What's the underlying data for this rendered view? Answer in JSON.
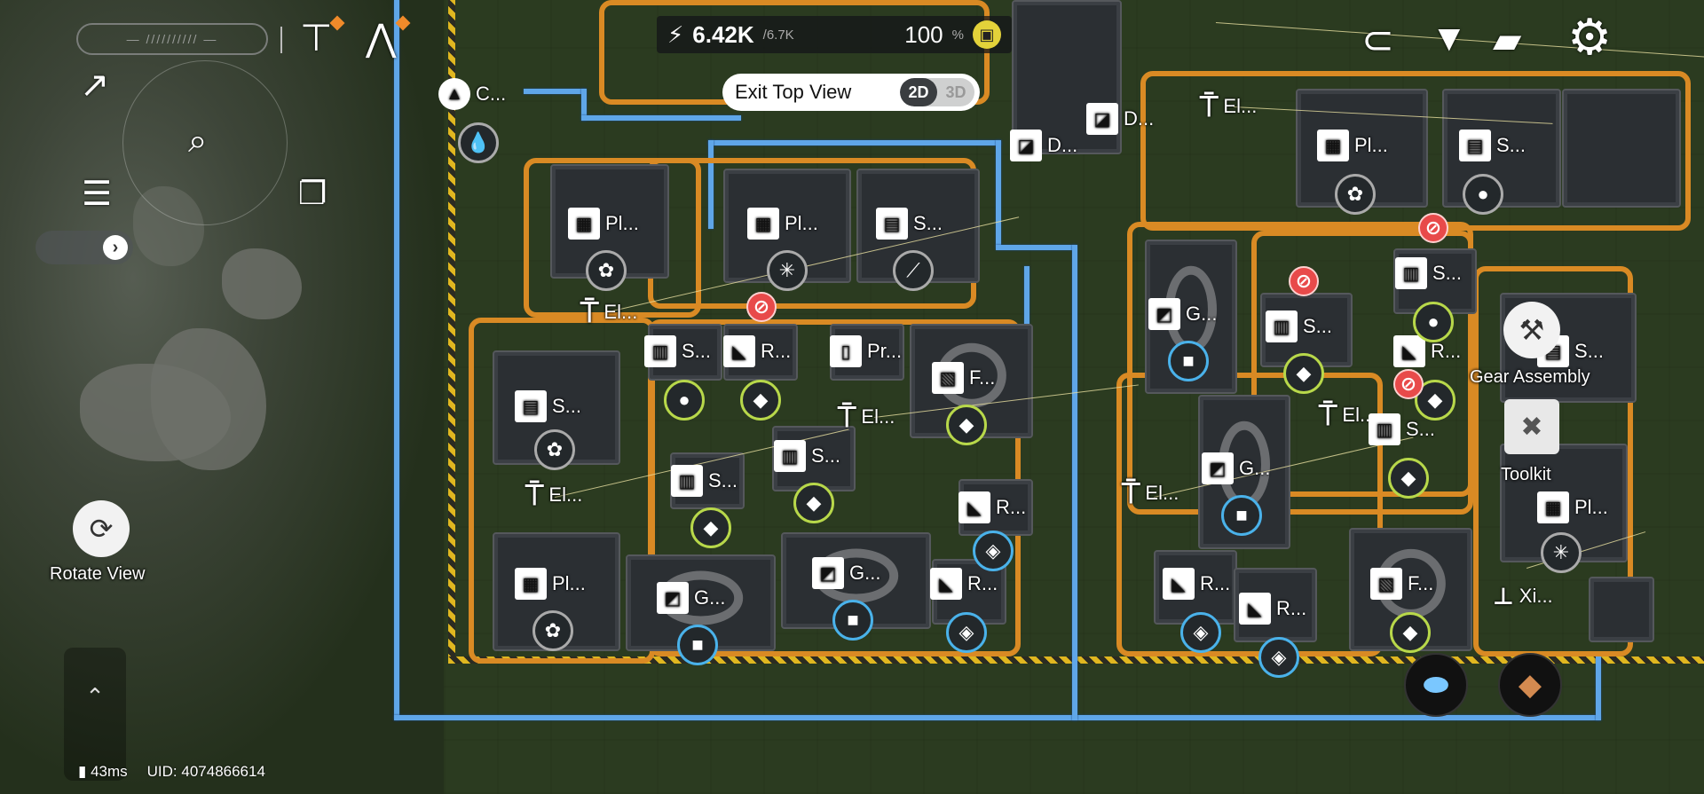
{
  "hud": {
    "power_value": "6.42K",
    "power_max": "/6.7K",
    "power_percent": "100",
    "percent_sign": "%",
    "exit_top_view": "Exit Top View",
    "view_2d": "2D",
    "view_3d": "3D",
    "rotate_view": "Rotate View",
    "gear_assembly": "Gear Assembly",
    "toolkit": "Toolkit",
    "ping": "43ms",
    "uid": "UID: 4074866614"
  },
  "map_labels": [
    {
      "id": "c1",
      "text": "C..."
    },
    {
      "id": "pl1",
      "text": "Pl..."
    },
    {
      "id": "pl2",
      "text": "Pl..."
    },
    {
      "id": "s1",
      "text": "S..."
    },
    {
      "id": "el1",
      "text": "El..."
    },
    {
      "id": "s2",
      "text": "S..."
    },
    {
      "id": "r1",
      "text": "R..."
    },
    {
      "id": "pr1",
      "text": "Pr..."
    },
    {
      "id": "f1",
      "text": "F..."
    },
    {
      "id": "s3",
      "text": "S..."
    },
    {
      "id": "el2",
      "text": "El..."
    },
    {
      "id": "s4",
      "text": "S..."
    },
    {
      "id": "s5",
      "text": "S..."
    },
    {
      "id": "el3",
      "text": "El..."
    },
    {
      "id": "r2",
      "text": "R..."
    },
    {
      "id": "pl3",
      "text": "Pl..."
    },
    {
      "id": "g1",
      "text": "G..."
    },
    {
      "id": "g2",
      "text": "G..."
    },
    {
      "id": "r3",
      "text": "R..."
    },
    {
      "id": "d1",
      "text": "D..."
    },
    {
      "id": "d2",
      "text": "D..."
    },
    {
      "id": "el4",
      "text": "El..."
    },
    {
      "id": "pl4",
      "text": "Pl..."
    },
    {
      "id": "s6",
      "text": "S..."
    },
    {
      "id": "g3",
      "text": "G..."
    },
    {
      "id": "s7",
      "text": "S..."
    },
    {
      "id": "s8",
      "text": "S..."
    },
    {
      "id": "r4",
      "text": "R..."
    },
    {
      "id": "el5",
      "text": "El..."
    },
    {
      "id": "s9",
      "text": "S..."
    },
    {
      "id": "g4",
      "text": "G..."
    },
    {
      "id": "el6",
      "text": "El..."
    },
    {
      "id": "s10",
      "text": "S..."
    },
    {
      "id": "pl5",
      "text": "Pl..."
    },
    {
      "id": "r5",
      "text": "R..."
    },
    {
      "id": "r6",
      "text": "R..."
    },
    {
      "id": "f2",
      "text": "F..."
    },
    {
      "id": "xi1",
      "text": "Xi..."
    }
  ],
  "colors": {
    "belt": "#d98a24",
    "pipe": "#5fa6e8",
    "item_ring_green": "#b8d84a",
    "item_ring_blue": "#4ab2ea",
    "no_power": "#e84a4a",
    "hazard": "#e0b720"
  }
}
